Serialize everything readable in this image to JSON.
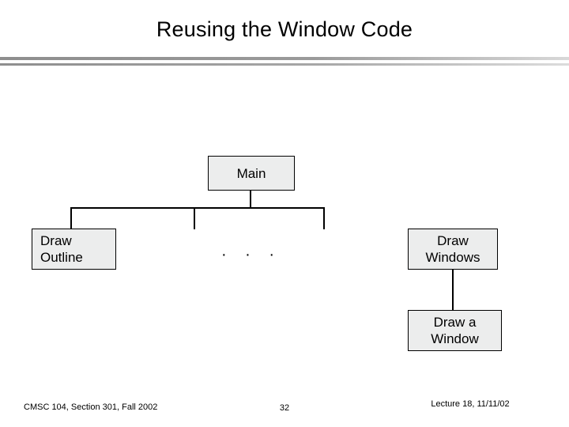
{
  "slide": {
    "title": "Reusing the Window Code",
    "diagram": {
      "nodes": [
        {
          "id": "main",
          "label": "Main"
        },
        {
          "id": "draw-outline",
          "label": "Draw\nOutline",
          "line1": "Draw",
          "line2": "Outline"
        },
        {
          "id": "draw-windows",
          "label": "Draw\nWindows",
          "line1": "Draw",
          "line2": "Windows"
        },
        {
          "id": "draw-a-window",
          "label": "Draw a\nWindow",
          "line1": "Draw a",
          "line2": "Window"
        }
      ],
      "ellipsis": "· · ·"
    },
    "footer": {
      "left": "CMSC 104, Section 301, Fall 2002",
      "page_number": "32",
      "right": "Lecture 18, 11/11/02"
    },
    "colors": {
      "node_fill": "#eceded",
      "node_border": "#000000",
      "rule": "#8e8e8e",
      "text": "#000000",
      "background": "#ffffff"
    }
  }
}
